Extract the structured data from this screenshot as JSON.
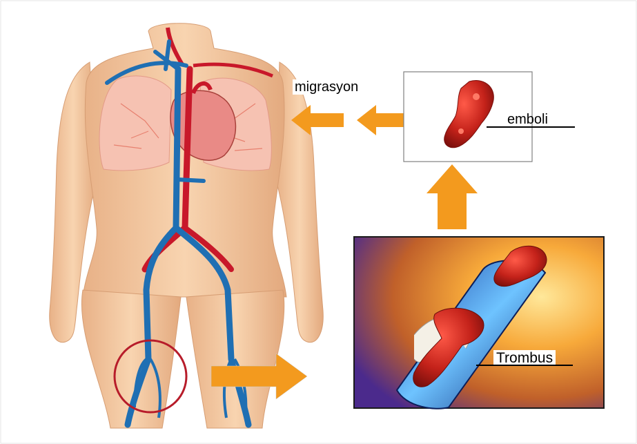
{
  "labels": {
    "migration": "migrasyon",
    "embolus": "emboli",
    "thrombus": "Trombus"
  },
  "colors": {
    "skin": "#f3c9a0",
    "skin_shadow": "#dca377",
    "artery": "#c8182a",
    "vein": "#1f6fb3",
    "arrow": "#f39a1e",
    "clot": "#c4221a",
    "panel_bg_center": "#ffd36a",
    "panel_bg_edge": "#5a2a8a",
    "highlight_circle": "#b71c2a"
  },
  "icons": [
    "human-body-illustration",
    "heart-icon",
    "lungs-icon",
    "clot-icon",
    "blood-vessel-icon",
    "arrow-right-icon",
    "arrow-left-icon",
    "arrow-up-icon"
  ]
}
